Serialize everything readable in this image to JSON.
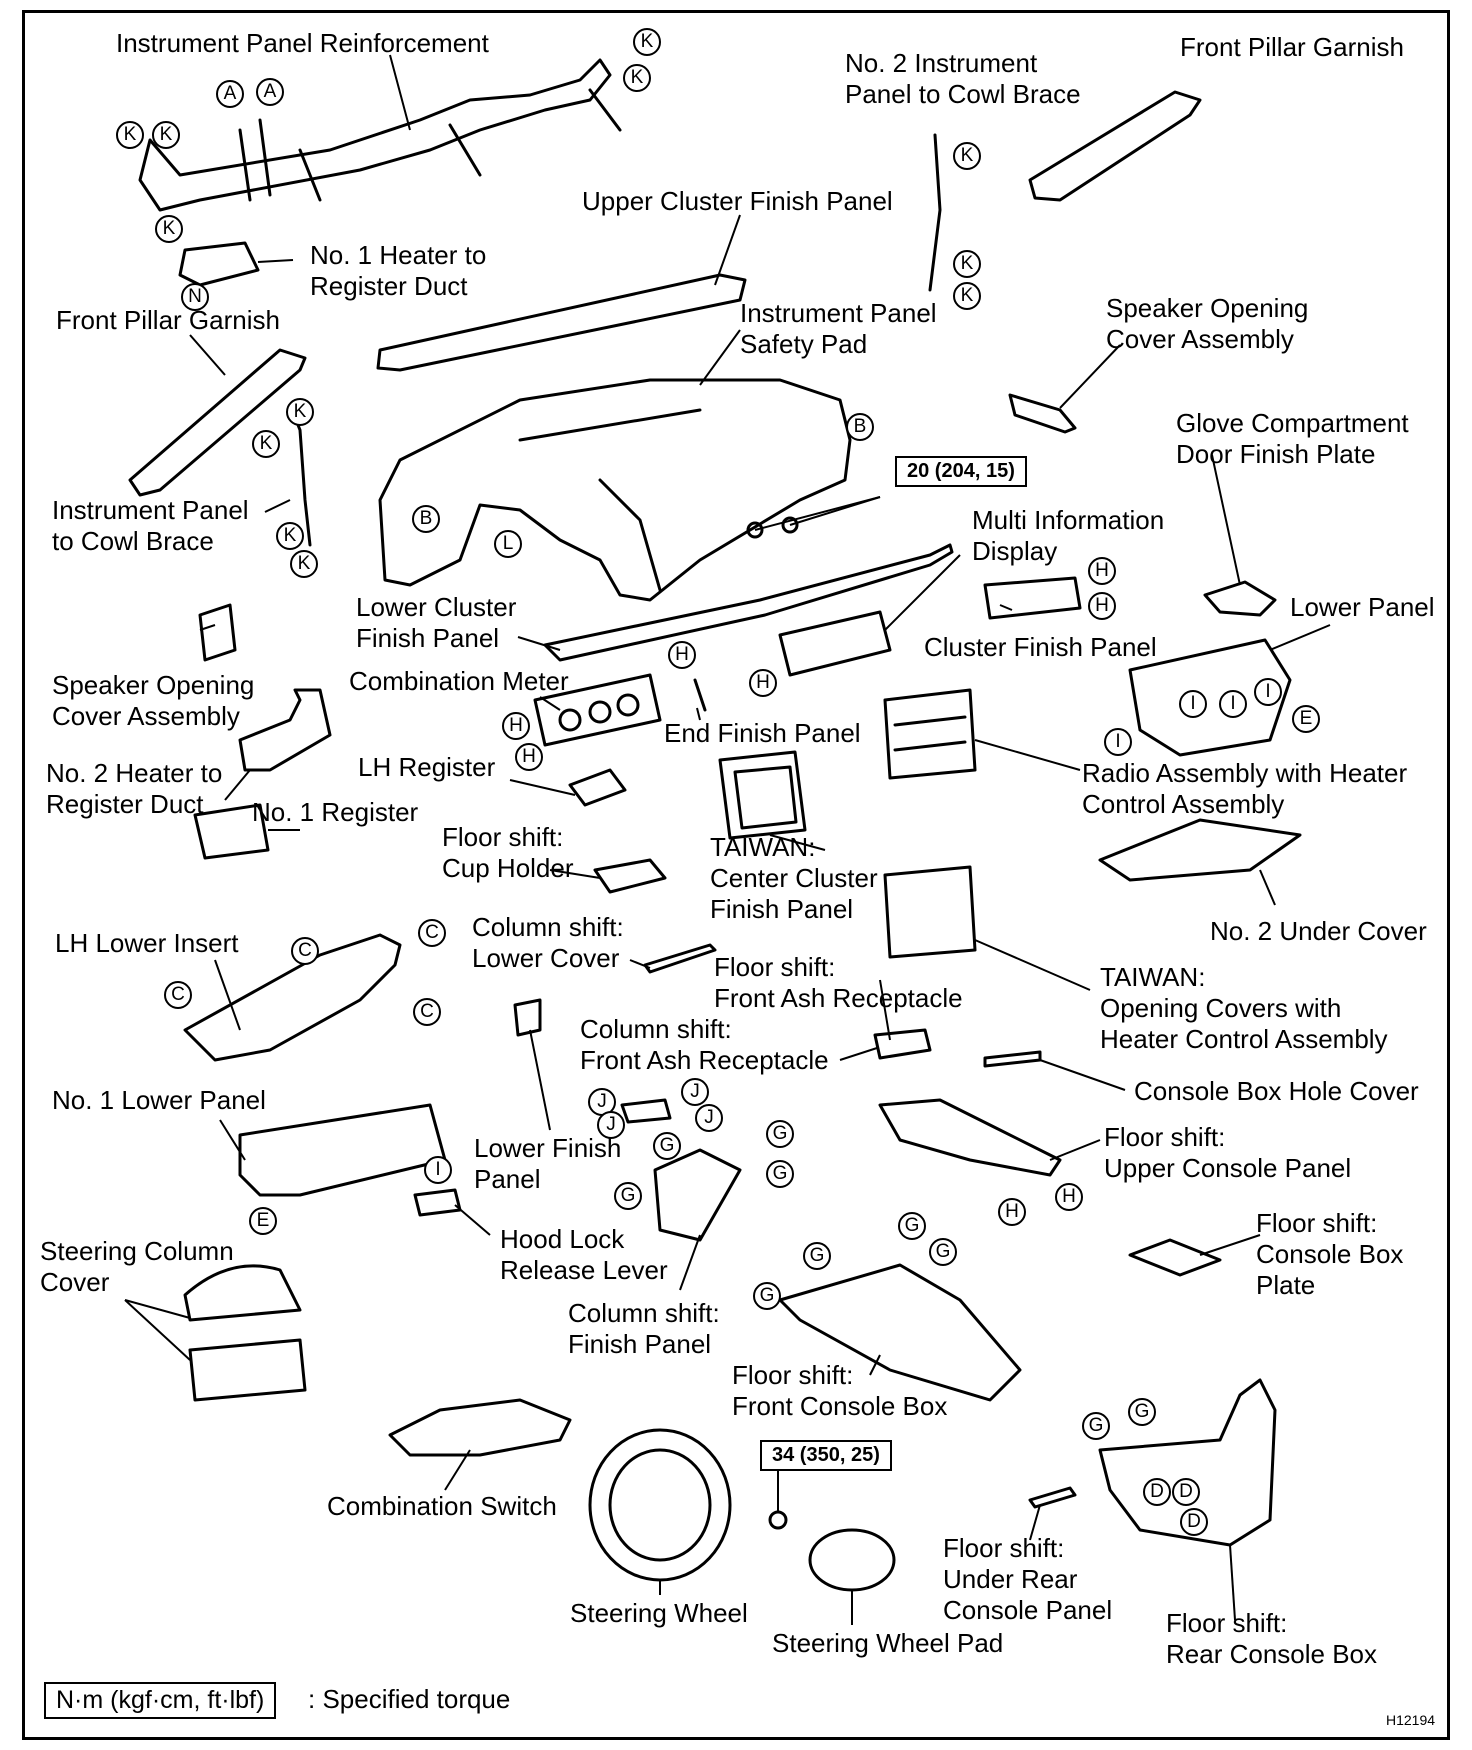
{
  "labels": {
    "instrument_panel_reinforcement": [
      "Instrument Panel Reinforcement"
    ],
    "no2_instrument_panel_to_cowl_brace": [
      "No. 2 Instrument",
      "Panel to Cowl Brace"
    ],
    "front_pillar_garnish_right": [
      "Front Pillar Garnish"
    ],
    "upper_cluster_finish_panel": [
      "Upper Cluster Finish Panel"
    ],
    "no1_heater_to_register_duct": [
      "No. 1 Heater to",
      "Register Duct"
    ],
    "front_pillar_garnish_left": [
      "Front Pillar Garnish"
    ],
    "instrument_panel_safety_pad": [
      "Instrument Panel",
      "Safety Pad"
    ],
    "speaker_opening_cover_assembly_right": [
      "Speaker Opening",
      "Cover Assembly"
    ],
    "glove_compartment_door_finish_plate": [
      "Glove Compartment",
      "Door Finish Plate"
    ],
    "instrument_panel_to_cowl_brace": [
      "Instrument Panel",
      "to Cowl Brace"
    ],
    "multi_information_display": [
      "Multi Information",
      "Display"
    ],
    "lower_cluster_finish_panel": [
      "Lower Cluster",
      "Finish Panel"
    ],
    "lower_panel": [
      "Lower Panel"
    ],
    "cluster_finish_panel": [
      "Cluster Finish Panel"
    ],
    "speaker_opening_cover_assembly_left": [
      "Speaker Opening",
      "Cover Assembly"
    ],
    "combination_meter": [
      "Combination Meter"
    ],
    "end_finish_panel": [
      "End Finish Panel"
    ],
    "no2_heater_to_register_duct": [
      "No. 2 Heater to",
      "Register Duct"
    ],
    "lh_register": [
      "LH Register"
    ],
    "radio_assembly": [
      "Radio Assembly with Heater",
      "Control Assembly"
    ],
    "no1_register": [
      "No. 1 Register"
    ],
    "floor_shift_cup_holder": [
      "Floor shift:",
      "Cup Holder"
    ],
    "taiwan_center_cluster": [
      "TAIWAN:",
      "Center Cluster",
      "Finish Panel"
    ],
    "lh_lower_insert": [
      "LH Lower Insert"
    ],
    "column_shift_lower_cover": [
      "Column shift:",
      "Lower Cover"
    ],
    "no2_under_cover": [
      "No. 2 Under Cover"
    ],
    "floor_shift_front_ash": [
      "Floor shift:",
      "Front Ash Receptacle"
    ],
    "taiwan_opening_covers": [
      "TAIWAN:",
      "Opening Covers with",
      "Heater Control Assembly"
    ],
    "column_shift_front_ash": [
      "Column shift:",
      "Front Ash Receptacle"
    ],
    "console_box_hole_cover": [
      "Console Box Hole Cover"
    ],
    "no1_lower_panel": [
      "No. 1 Lower Panel"
    ],
    "lower_finish_panel": [
      "Lower Finish",
      "Panel"
    ],
    "floor_shift_upper_console": [
      "Floor shift:",
      "Upper Console Panel"
    ],
    "hood_lock_release_lever": [
      "Hood Lock",
      "Release Lever"
    ],
    "steering_column_cover": [
      "Steering Column",
      "Cover"
    ],
    "floor_shift_console_box_plate": [
      "Floor shift:",
      "Console Box",
      "Plate"
    ],
    "column_shift_finish_panel": [
      "Column shift:",
      "Finish Panel"
    ],
    "floor_shift_front_console_box": [
      "Floor shift:",
      "Front Console Box"
    ],
    "combination_switch": [
      "Combination Switch"
    ],
    "floor_shift_under_rear_console": [
      "Floor shift:",
      "Under Rear",
      "Console Panel"
    ],
    "steering_wheel": [
      "Steering Wheel"
    ],
    "steering_wheel_pad": [
      "Steering Wheel Pad"
    ],
    "floor_shift_rear_console_box": [
      "Floor shift:",
      "Rear Console Box"
    ]
  },
  "torque": {
    "safety_pad_bolts": "20 (204, 15)",
    "steering_wheel_nut": "34 (350, 25)"
  },
  "clip_letters": [
    "A",
    "B",
    "C",
    "D",
    "E",
    "G",
    "H",
    "I",
    "J",
    "K",
    "L",
    "N"
  ],
  "legend": {
    "unit_box": "N·m (kgf·cm, ft·lbf)",
    "text": ": Specified torque"
  },
  "figure_id": "H12194"
}
